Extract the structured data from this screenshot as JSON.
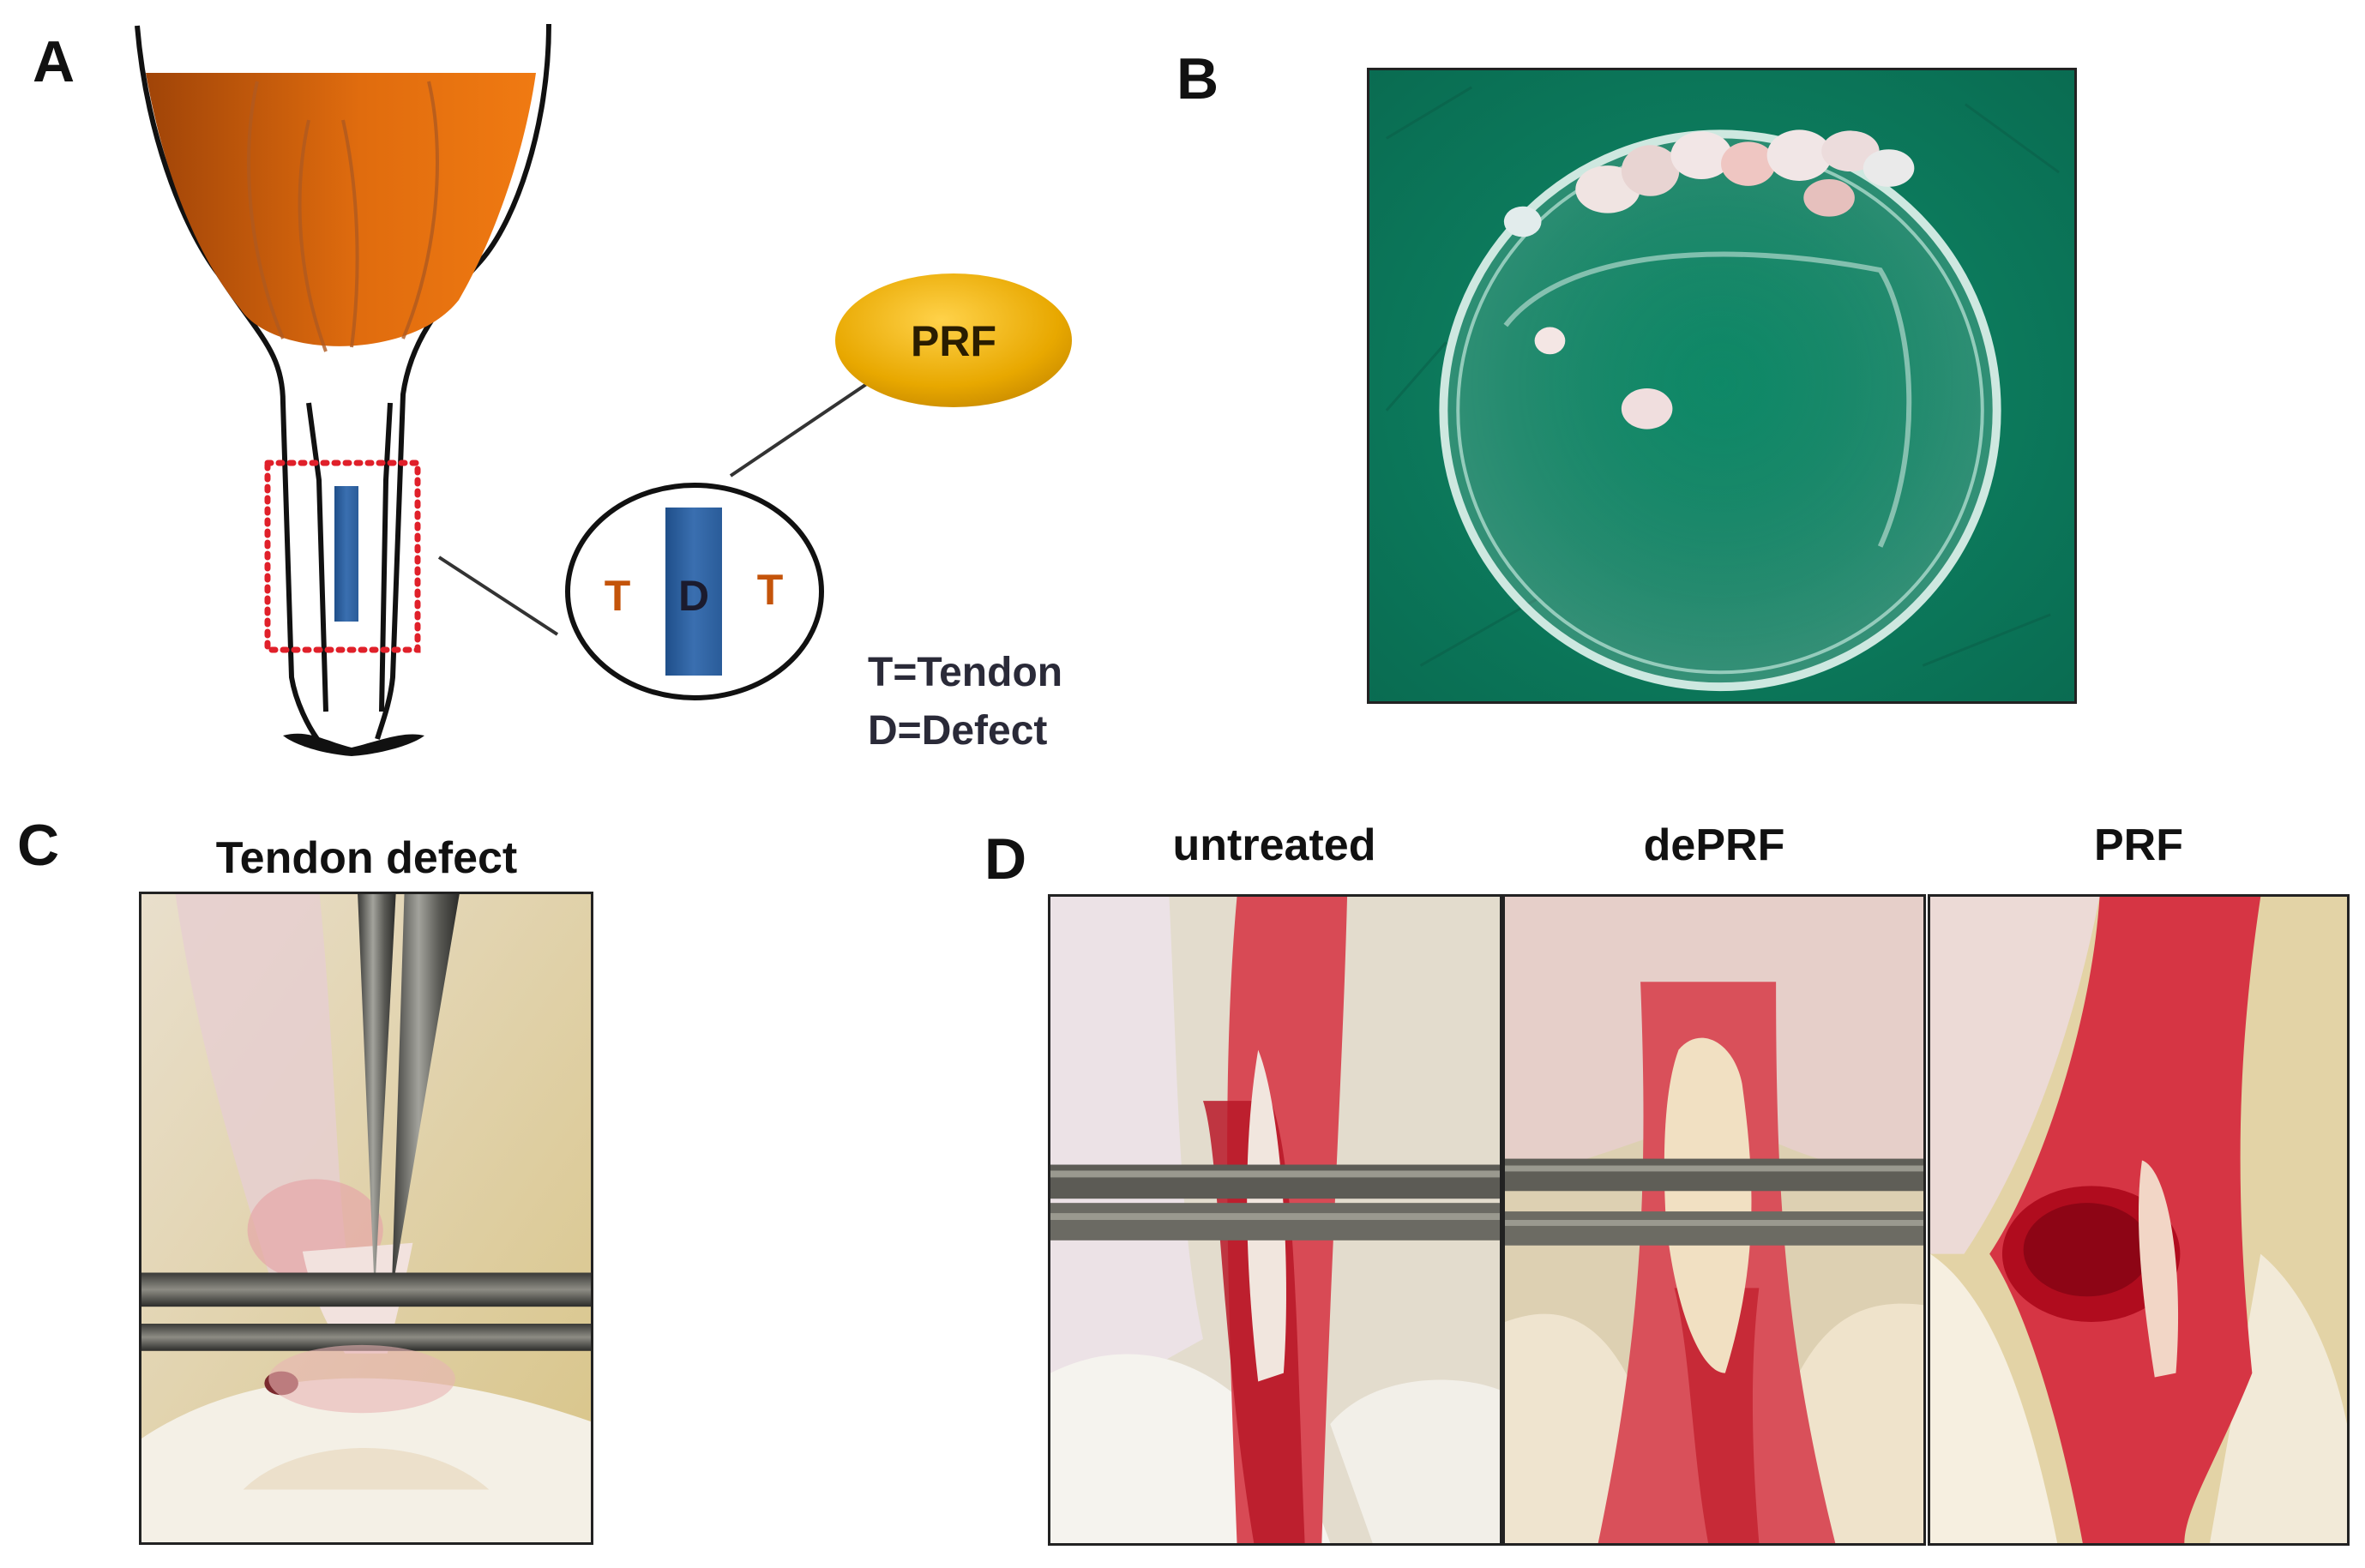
{
  "panels": {
    "A": {
      "letter": "A",
      "prf_label": "PRF",
      "zoom_labels": {
        "left": "T",
        "center": "D",
        "right": "T"
      },
      "legend": {
        "line1": "T=Tendon",
        "line2": "D=Defect"
      },
      "colors": {
        "calf": "#d9670e",
        "defect": "#2e5f9e",
        "prf": "#e6b000",
        "dotted_box": "#e0202a"
      }
    },
    "B": {
      "letter": "B",
      "colors": {
        "drape": "#0e8a6a",
        "dish": "#cfe8e0"
      }
    },
    "C": {
      "letter": "C",
      "caption": "Tendon defect"
    },
    "D": {
      "letter": "D",
      "captions": {
        "untreated": "untreated",
        "deprf": "dePRF",
        "prf": "PRF"
      }
    }
  }
}
